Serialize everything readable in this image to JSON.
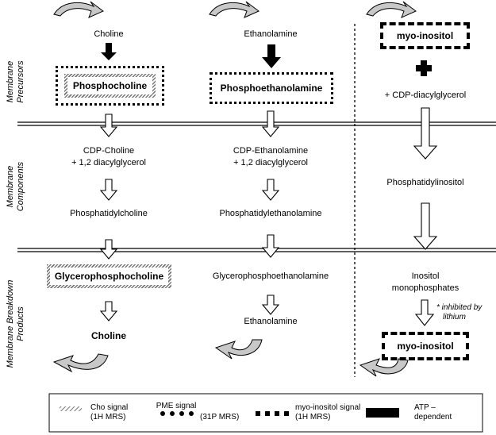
{
  "side_labels": {
    "precursors": [
      "Membrane",
      "Precursors"
    ],
    "components": [
      "Membrane",
      "Components"
    ],
    "breakdown": [
      "Membrane Breakdown",
      "Products"
    ]
  },
  "choline_column": {
    "choline": "Choline",
    "phosphocholine": "Phosphocholine",
    "cdp_choline": [
      "CDP-Choline",
      "+ 1,2 diacylglycerol"
    ],
    "phosphatidylcholine": "Phosphatidylcholine",
    "glycerophosphocholine": "Glycerophosphocholine",
    "choline_end": "Choline"
  },
  "ethanolamine_column": {
    "ethanolamine": "Ethanolamine",
    "phosphoethanolamine": "Phosphoethanolamine",
    "cdp_ethanolamine": [
      "CDP-Ethanolamine",
      "+ 1,2 diacylglycerol"
    ],
    "phosphatidylethanolamine": "Phosphatidylethanolamine",
    "glycerophosphoethanolamine": "Glycerophosphoethanolamine",
    "ethanolamine_end": "Ethanolamine"
  },
  "inositol_column": {
    "myo_inositol": "myo-inositol",
    "cdp_diacylglycerol": "+ CDP-diacylglycerol",
    "phosphatidylinositol": "Phosphatidylinositol",
    "inositol_monophosphates": [
      "Inositol",
      "monophosphates"
    ],
    "inhibited": [
      "* inhibited by",
      "lithium"
    ],
    "myo_inositol_end": "myo-inositol"
  },
  "legend": {
    "cho_signal": [
      "Cho signal",
      "(1H MRS)"
    ],
    "pme_signal": [
      "PME signal",
      "(31P MRS)"
    ],
    "myo_signal": [
      "myo-inositol signal",
      "(1H MRS)"
    ],
    "atp": [
      "ATP –",
      "dependent"
    ]
  },
  "colors": {
    "cycle_arrow_fill": "#c8c8c8",
    "hatch": "#777777",
    "line": "#000000"
  }
}
